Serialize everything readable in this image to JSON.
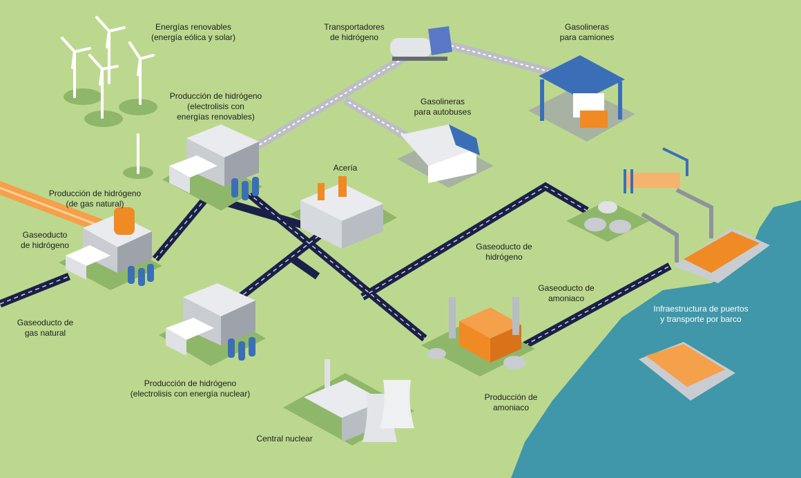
{
  "colors": {
    "background": "#bcd88f",
    "sea": "#3f97a9",
    "pipeline_hydrogen": "#1b2048",
    "pipeline_gas": "#1b2048",
    "road": "#bcbec4",
    "accent_orange": "#f08a24",
    "equipment_blue": "#3a6fb8",
    "building_gray": "#c9ccd1"
  },
  "labels": {
    "renewables": "Energías renovables\n(energía eólica y solar)",
    "transporters": "Transportadores\nde hidrógeno",
    "truck_stations": "Gasolineras\npara camiones",
    "h2_renewable": "Producción de hidrógeno\n(electrolisis con\nenergías renovables)",
    "bus_stations": "Gasolineras\npara autobuses",
    "steel": "Acería",
    "h2_natural_gas": "Producción de hidrógeno\n(de gas natural)",
    "h2_pipeline_left": "Gaseoducto\nde hidrógeno",
    "h2_pipeline_center": "Gaseoducto de\nhidrógeno",
    "ammonia_pipeline": "Gaseoducto de\namoniaco",
    "port": "Infraestructura de puertos\ny transporte por barco",
    "gas_pipeline": "Gaseoducto de\ngas natural",
    "h2_nuclear": "Producción de hidrógeno\n(electrolisis con energía nuclear)",
    "ammonia_production": "Producción de\namoniaco",
    "nuclear": "Central nuclear"
  }
}
